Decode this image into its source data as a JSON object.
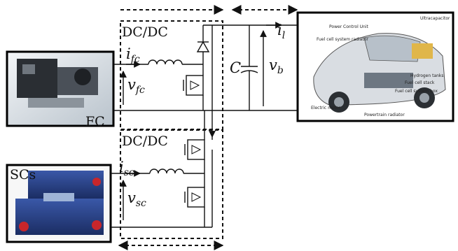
{
  "labels": {
    "converter_top": "DC/DC",
    "converter_bottom": "DC/DC",
    "fc": "FC",
    "scs": "SCs",
    "capacitor": "C"
  },
  "math": {
    "i_fc": {
      "base": "i",
      "sub": "fc"
    },
    "v_fc": {
      "base": "v",
      "sub": "fc"
    },
    "i_sc": {
      "base": "i",
      "sub": "sc"
    },
    "v_sc": {
      "base": "v",
      "sub": "sc"
    },
    "v_b": {
      "base": "v",
      "sub": "b"
    },
    "i_l": {
      "base": "i",
      "sub": "l"
    }
  },
  "vehicle_callouts": [
    "Ultracapacitor",
    "Power Control Unit",
    "Fuel cell system radiator",
    "Hydrogen tanks",
    "Fuel cell stack",
    "Fuel cell system box",
    "Electric motor",
    "Powertrain radiator"
  ]
}
